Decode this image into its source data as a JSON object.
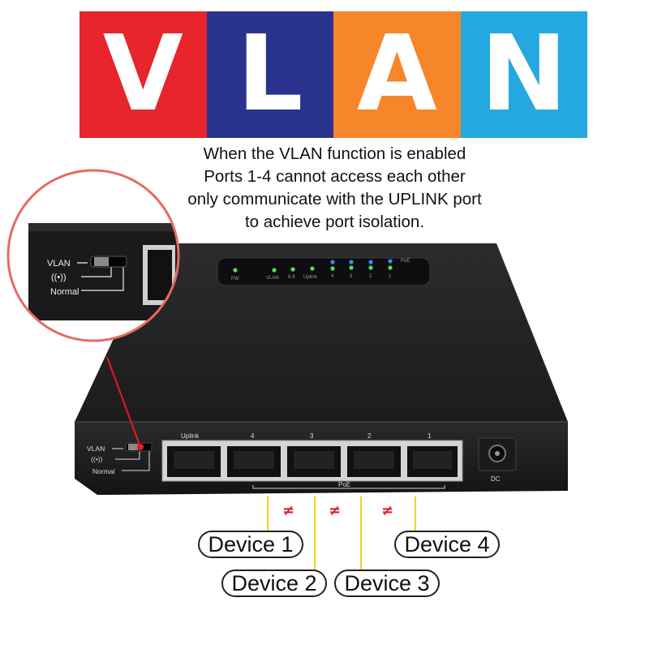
{
  "banner": {
    "letters": [
      "V",
      "L",
      "A",
      "N"
    ],
    "colors": [
      "#e8242c",
      "#2a3290",
      "#f7862a",
      "#25a8df"
    ]
  },
  "caption": {
    "lines": [
      "When the VLAN function is enabled",
      "Ports 1-4 cannot access each other",
      "only communicate with the UPLINK port",
      "to achieve port isolation."
    ]
  },
  "switch": {
    "top_leds": [
      "PW",
      "VLAN",
      "6-9",
      "Uplink",
      "4",
      "3",
      "2",
      "1"
    ],
    "poe_label": "PoE",
    "port_labels": [
      "Uplink",
      "4",
      "3",
      "2",
      "1"
    ],
    "bottom_poe_label": "PoE",
    "dc_label": "DC",
    "mode_labels": [
      "VLAN",
      "((•))",
      "Normal"
    ],
    "zoom_mode_labels": [
      "VLAN",
      "((•))",
      "Normal"
    ]
  },
  "isolation_symbol": "≠",
  "devices": [
    "Device 1",
    "Device 2",
    "Device 3",
    "Device 4"
  ]
}
